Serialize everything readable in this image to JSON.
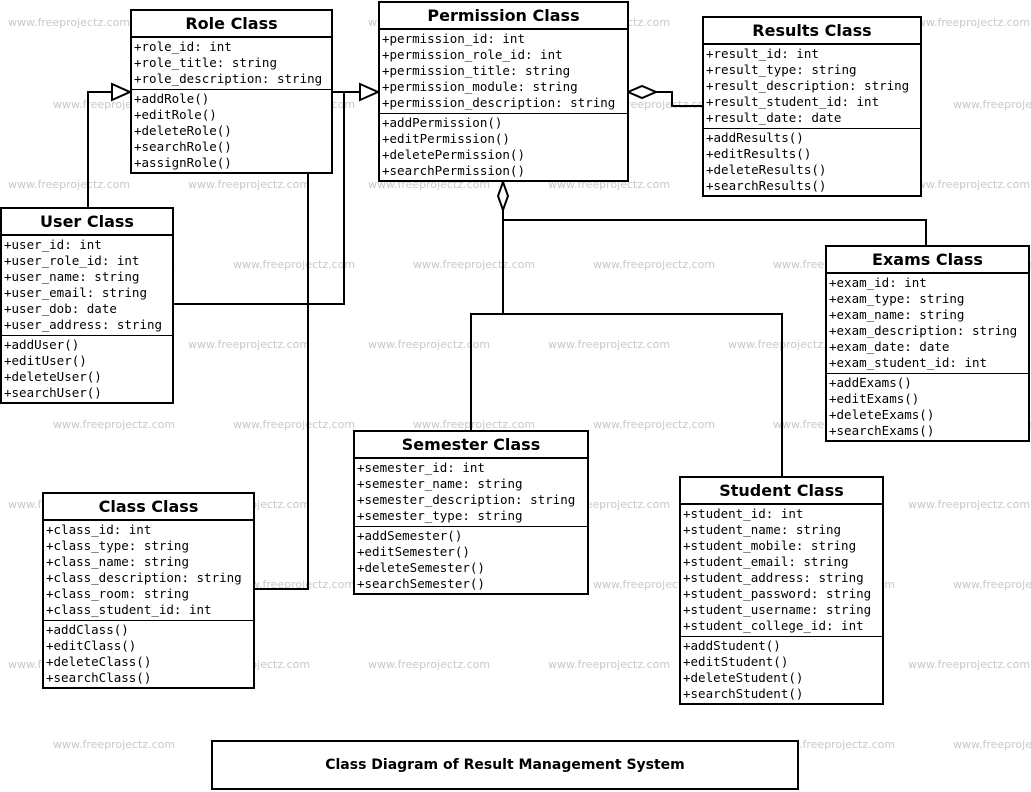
{
  "watermark_text": "www.freeprojectz.com",
  "caption": "Class Diagram of Result Management System",
  "classes": {
    "role": {
      "title": "Role Class",
      "attributes": [
        "+role_id: int",
        "+role_title: string",
        "+role_description: string"
      ],
      "methods": [
        "+addRole()",
        "+editRole()",
        "+deleteRole()",
        "+searchRole()",
        "+assignRole()"
      ]
    },
    "permission": {
      "title": "Permission Class",
      "attributes": [
        "+permission_id: int",
        "+permission_role_id: int",
        "+permission_title: string",
        "+permission_module: string",
        "+permission_description: string"
      ],
      "methods": [
        "+addPermission()",
        "+editPermission()",
        "+deletePermission()",
        "+searchPermission()"
      ]
    },
    "results": {
      "title": "Results Class",
      "attributes": [
        "+result_id: int",
        "+result_type: string",
        "+result_description: string",
        "+result_student_id: int",
        "+result_date: date"
      ],
      "methods": [
        "+addResults()",
        "+editResults()",
        "+deleteResults()",
        "+searchResults()"
      ]
    },
    "user": {
      "title": "User Class",
      "attributes": [
        "+user_id: int",
        "+user_role_id: int",
        "+user_name: string",
        "+user_email: string",
        "+user_dob: date",
        "+user_address: string"
      ],
      "methods": [
        "+addUser()",
        "+editUser()",
        "+deleteUser()",
        "+searchUser()"
      ]
    },
    "exams": {
      "title": "Exams Class",
      "attributes": [
        "+exam_id: int",
        "+exam_type: string",
        "+exam_name: string",
        "+exam_description: string",
        "+exam_date: date",
        "+exam_student_id: int"
      ],
      "methods": [
        "+addExams()",
        "+editExams()",
        "+deleteExams()",
        "+searchExams()"
      ]
    },
    "semester": {
      "title": "Semester Class",
      "attributes": [
        "+semester_id: int",
        "+semester_name: string",
        "+semester_description: string",
        "+semester_type: string"
      ],
      "methods": [
        "+addSemester()",
        "+editSemester()",
        "+deleteSemester()",
        "+searchSemester()"
      ]
    },
    "class": {
      "title": "Class Class",
      "attributes": [
        "+class_id: int",
        "+class_type: string",
        "+class_name: string",
        "+class_description: string",
        "+class_room: string",
        "+class_student_id: int"
      ],
      "methods": [
        "+addClass()",
        "+editClass()",
        "+deleteClass()",
        "+searchClass()"
      ]
    },
    "student": {
      "title": "Student Class",
      "attributes": [
        "+student_id: int",
        "+student_name: string",
        "+student_mobile: string",
        "+student_email: string",
        "+student_address: string",
        "+student_password: string",
        "+student_username: string",
        "+student_college_id: int"
      ],
      "methods": [
        "+addStudent()",
        "+editStudent()",
        "+deleteStudent()",
        "+searchStudent()"
      ]
    }
  }
}
